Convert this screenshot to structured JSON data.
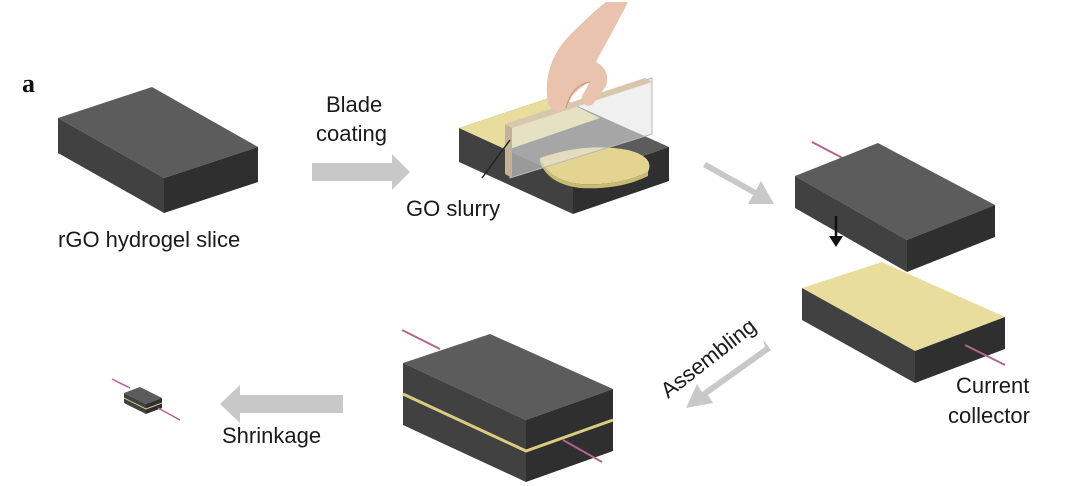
{
  "figure": {
    "panel_letter": "a",
    "labels": {
      "slice": "rGO hydrogel slice",
      "blade_line1": "Blade",
      "blade_line2": "coating",
      "slurry": "GO slurry",
      "assembling": "Assembling",
      "current_line1": "Current",
      "current_line2": "collector",
      "shrinkage": "Shrinkage"
    },
    "colors": {
      "block_top": "#5c5c5c",
      "block_left": "#3f3f3f",
      "block_right": "#2e2e2e",
      "slurry_top": "#e8dd9c",
      "slurry_side": "#cfc27a",
      "arrow": "#c8c8c8",
      "wire": "#b0648f",
      "text": "#1a1a1a"
    }
  }
}
